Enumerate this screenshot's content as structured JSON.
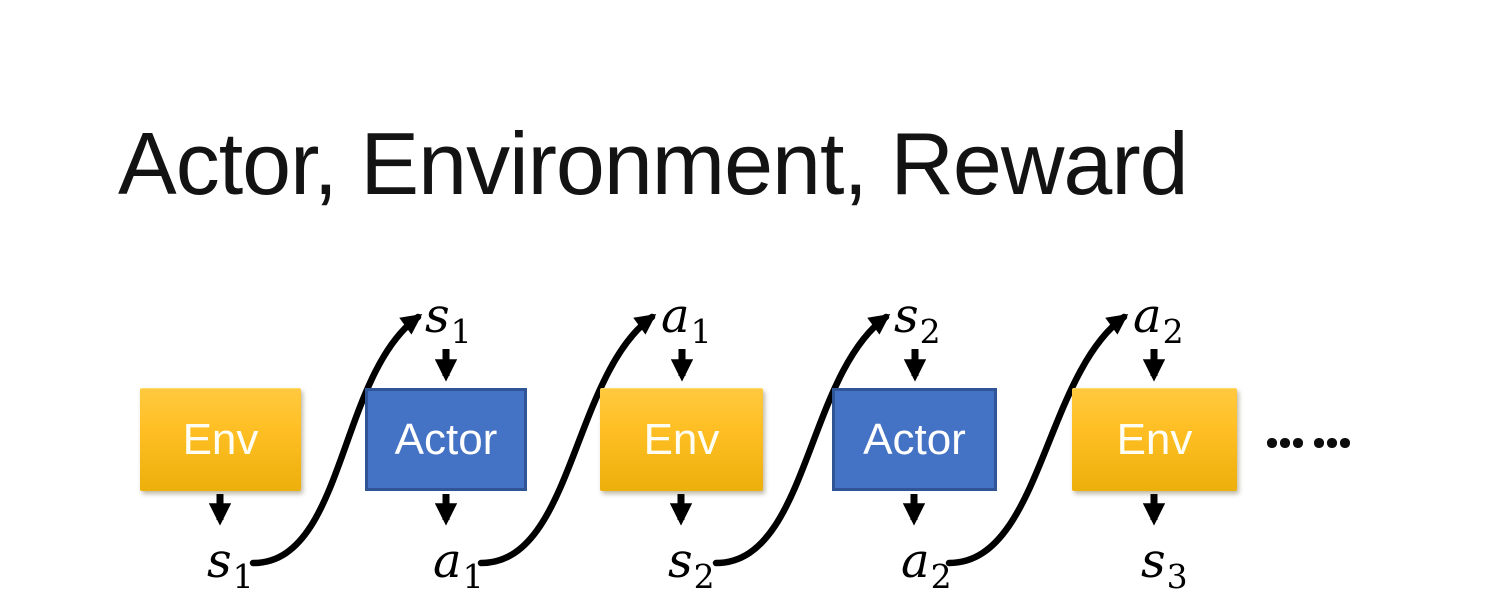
{
  "title": "Actor, Environment, Reward",
  "boxes": [
    {
      "id": "env-1",
      "label": "Env",
      "type": "env"
    },
    {
      "id": "actor-1",
      "label": "Actor",
      "type": "actor"
    },
    {
      "id": "env-2",
      "label": "Env",
      "type": "env"
    },
    {
      "id": "actor-2",
      "label": "Actor",
      "type": "actor"
    },
    {
      "id": "env-3",
      "label": "Env",
      "type": "env"
    }
  ],
  "top_labels": [
    {
      "base": "s",
      "sub": "1"
    },
    {
      "base": "a",
      "sub": "1"
    },
    {
      "base": "s",
      "sub": "2"
    },
    {
      "base": "a",
      "sub": "2"
    }
  ],
  "bottom_labels": [
    {
      "base": "s",
      "sub": "1"
    },
    {
      "base": "a",
      "sub": "1"
    },
    {
      "base": "s",
      "sub": "2"
    },
    {
      "base": "a",
      "sub": "2"
    },
    {
      "base": "s",
      "sub": "3"
    }
  ],
  "flow": [
    "Env outputs s1",
    "s1 fed to Actor",
    "Actor outputs a1",
    "a1 fed to Env",
    "Env outputs s2",
    "s2 fed to Actor",
    "Actor outputs a2",
    "a2 fed to Env",
    "Env outputs s3",
    "sequence continues (ellipsis)"
  ],
  "ellipsis": {
    "groups": 2,
    "dots_per_group": 3
  },
  "colors": {
    "env_top": "#FFC93F",
    "env_mid": "#FFBF24",
    "env_bottom": "#ECAF0B",
    "env_text": "#FFFEF4",
    "actor_fill": "#4472C4",
    "actor_border": "#2F5597",
    "actor_text": "#FFFFFF",
    "arrow": "#000000",
    "title_text": "#131313"
  }
}
